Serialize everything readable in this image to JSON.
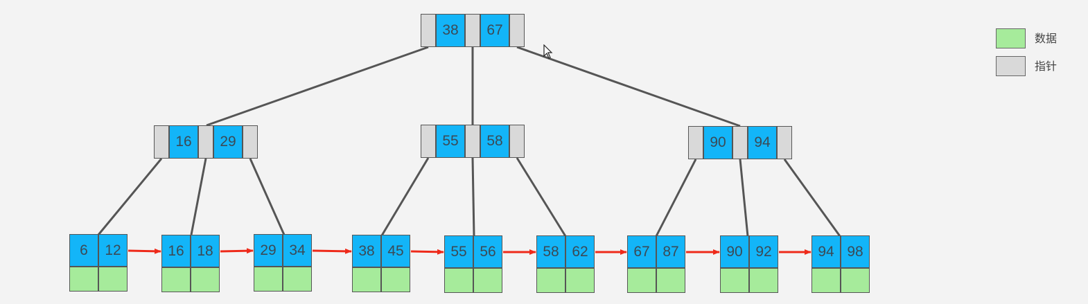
{
  "tree": {
    "root": {
      "keys": [
        "38",
        "67"
      ]
    },
    "internal": [
      {
        "keys": [
          "16",
          "29"
        ]
      },
      {
        "keys": [
          "55",
          "58"
        ]
      },
      {
        "keys": [
          "90",
          "94"
        ]
      }
    ],
    "leaves": [
      {
        "keys": [
          "6",
          "12"
        ]
      },
      {
        "keys": [
          "16",
          "18"
        ]
      },
      {
        "keys": [
          "29",
          "34"
        ]
      },
      {
        "keys": [
          "38",
          "45"
        ]
      },
      {
        "keys": [
          "55",
          "56"
        ]
      },
      {
        "keys": [
          "58",
          "62"
        ]
      },
      {
        "keys": [
          "67",
          "87"
        ]
      },
      {
        "keys": [
          "90",
          "92"
        ]
      },
      {
        "keys": [
          "94",
          "98"
        ]
      }
    ]
  },
  "legend": {
    "data_label": "数据",
    "pointer_label": "指针"
  },
  "colors": {
    "key": "#13b5f8",
    "pointer": "#d9d9d9",
    "data": "#a6eb9b",
    "edge": "#555555",
    "leaf_link": "#ee2a1a"
  }
}
